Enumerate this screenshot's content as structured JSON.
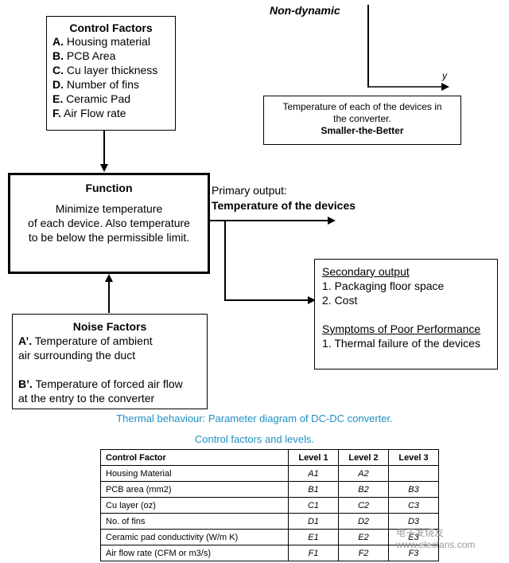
{
  "nondynamic_label": "Non-dynamic",
  "y_label": "y",
  "topright_box": {
    "line1": "Temperature of each of the devices in",
    "line2": "the converter.",
    "line3": "Smaller-the-Better"
  },
  "control_factors": {
    "title": "Control Factors",
    "items": [
      {
        "key": "A.",
        "text": "Housing material"
      },
      {
        "key": "B.",
        "text": "PCB Area"
      },
      {
        "key": "C.",
        "text": "Cu layer thickness"
      },
      {
        "key": "D.",
        "text": "Number of fins"
      },
      {
        "key": "E.",
        "text": "Ceramic Pad"
      },
      {
        "key": "F.",
        "text": "Air Flow rate"
      }
    ]
  },
  "function_box": {
    "title": "Function",
    "line1": "Minimize temperature",
    "line2": "of each device. Also temperature",
    "line3": "to be below the permissible limit."
  },
  "primary_output": {
    "label": "Primary output:",
    "value": "Temperature of the devices"
  },
  "secondary_box": {
    "title": "Secondary output",
    "item1": "1. Packaging floor space",
    "item2": "2. Cost",
    "symptoms_title": "Symptoms of Poor Performance",
    "symptom1": "1. Thermal  failure of the devices"
  },
  "noise_factors": {
    "title": "Noise Factors",
    "a_key": "A’.",
    "a_line1": " Temperature  of ambient",
    "a_line2": "air surrounding the duct",
    "b_key": "B’.",
    "b_line1": " Temperature  of forced air flow",
    "b_line2": "at the entry to the converter"
  },
  "caption1": "Thermal behaviour: Parameter diagram of DC-DC converter.",
  "caption2": "Control factors and levels.",
  "table": {
    "headers": [
      "Control Factor",
      "Level 1",
      "Level 2",
      "Level 3"
    ],
    "rows": [
      {
        "factor": "Housing Material",
        "l1": "A1",
        "l2": "A2",
        "l3": ""
      },
      {
        "factor": "PCB area (mm2)",
        "l1": "B1",
        "l2": "B2",
        "l3": "B3"
      },
      {
        "factor": "Cu layer (oz)",
        "l1": "C1",
        "l2": "C2",
        "l3": "C3"
      },
      {
        "factor": "No. of fins",
        "l1": "D1",
        "l2": "D2",
        "l3": "D3"
      },
      {
        "factor": "Ceramic pad conductivity (W/m K)",
        "l1": "E1",
        "l2": "E2",
        "l3": "E3"
      },
      {
        "factor": "Air flow rate (CFM or m3/s)",
        "l1": "F1",
        "l2": "F2",
        "l3": "F3"
      }
    ]
  },
  "watermark": "电子发烧友 www.elecfans.com"
}
